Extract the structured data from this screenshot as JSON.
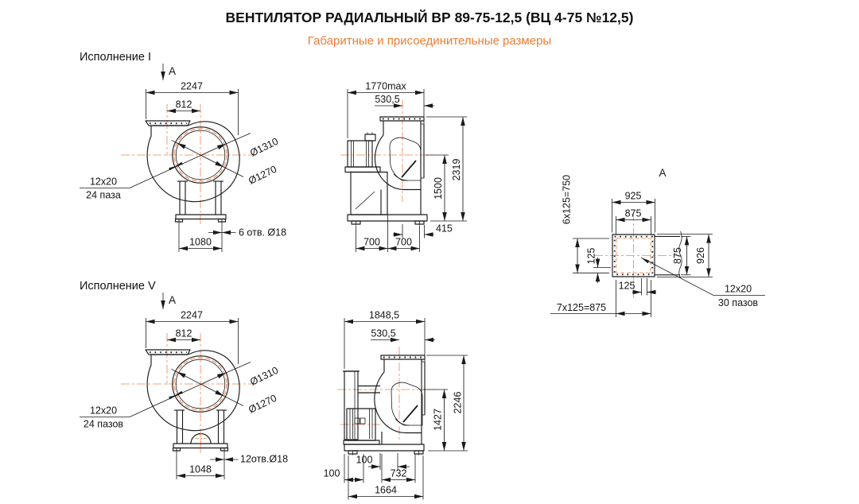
{
  "title": "ВЕНТИЛЯТОР РАДИАЛЬНЫЙ ВР 89-75-12,5 (ВЦ 4-75 №12,5)",
  "subtitle": "Габаритные и присоединительные размеры",
  "colors": {
    "accent": "#ED7D31",
    "centerline": "#F2A27C",
    "line": "#1A1A1A"
  },
  "exec1": {
    "label": "Исполнение I",
    "front": {
      "section_arrow": "А",
      "width_total": "2247",
      "outlet_offset": "812",
      "dia_inlet_outer": "Ø1310",
      "dia_bolt_circle": "Ø1270",
      "slot_size": "12x20",
      "slot_count": "24 паза",
      "holes": "6 отв. Ø18",
      "base_width": "1080"
    },
    "side": {
      "depth_max": "1770max",
      "inlet_offset": "530,5",
      "axis_height": "1500",
      "total_height": "2319",
      "rear_offset": "415",
      "foot_spacing_1": "700",
      "foot_spacing_2": "700"
    }
  },
  "exec5": {
    "label": "Исполнение V",
    "front": {
      "section_arrow": "А",
      "width_total": "2247",
      "outlet_offset": "812",
      "dia_inlet_outer": "Ø1310",
      "dia_bolt_circle": "Ø1270",
      "slot_size": "12x20",
      "slot_count": "24 пазов",
      "holes": "12отв.Ø18",
      "base_width": "1048"
    },
    "side": {
      "depth_total": "1848,5",
      "inlet_offset": "530,5",
      "impeller_height": "1427",
      "total_height": "2246",
      "bolt_offset_1": "100",
      "bolt_offset_2": "100",
      "foot_spacing": "732",
      "base_length": "1664"
    }
  },
  "view_a": {
    "label": "А",
    "outer_width": "925",
    "bolt_width": "875",
    "rows_pitch": "6x125=750",
    "row_step": "125",
    "col_step": "125",
    "cols_pitch": "7x125=875",
    "duct_height": "875",
    "outer_height": "926",
    "slot_size": "12x20",
    "slot_count": "30 пазов"
  }
}
